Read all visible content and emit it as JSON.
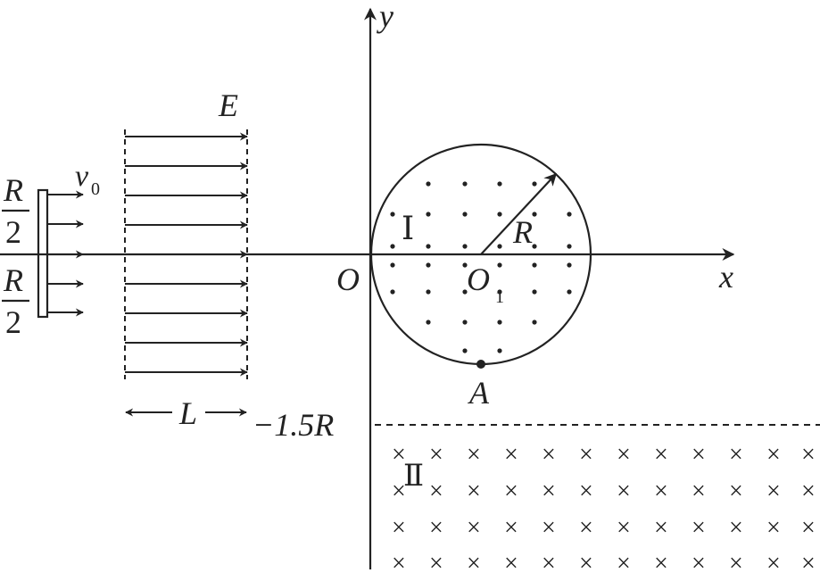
{
  "labels": {
    "y_axis": "y",
    "x_axis": "x",
    "origin": "O",
    "center_main": "O",
    "center_sub": "1",
    "radius": "R",
    "field": "E",
    "velocity_main": "v",
    "velocity_sub": "0",
    "region_1": "Ⅰ",
    "region_2": "Ⅱ",
    "point_a": "A",
    "width_l": "L",
    "boundary": "−1.5R",
    "half_upper_num": "R",
    "half_upper_den": "2",
    "half_lower_num": "R",
    "half_lower_den": "2"
  },
  "colors": {
    "ink": "#222222",
    "background": "#ffffff"
  },
  "symbols": {
    "field_out": "dot",
    "field_in": "×"
  }
}
